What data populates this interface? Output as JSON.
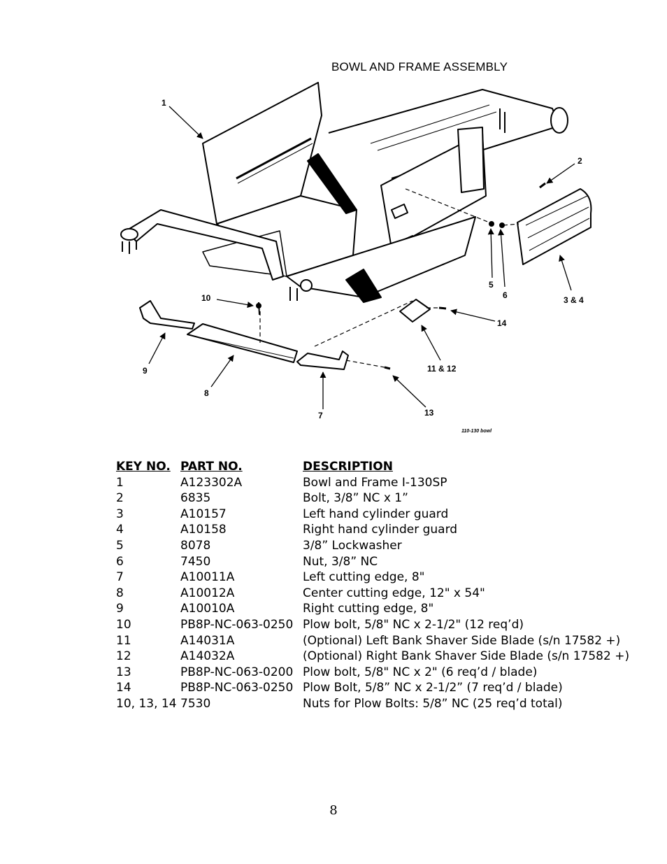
{
  "title": "BOWL AND FRAME ASSEMBLY",
  "diagram": {
    "callouts": [
      "1",
      "2",
      "3 & 4",
      "5",
      "6",
      "7",
      "8",
      "9",
      "10",
      "11 & 12",
      "13",
      "14"
    ],
    "figure_label": "110-130 bowl"
  },
  "table": {
    "headers": {
      "key": "KEY NO.",
      "part": "PART  NO.",
      "desc": "DESCRIPTION"
    },
    "rows": [
      {
        "key": "1",
        "part": "A123302A",
        "desc": "Bowl and Frame I-130SP"
      },
      {
        "key": "2",
        "part": "6835",
        "desc": "Bolt, 3/8” NC  x 1”"
      },
      {
        "key": "3",
        "part": "A10157",
        "desc": "Left hand cylinder guard"
      },
      {
        "key": "4",
        "part": "A10158",
        "desc": "Right hand cylinder guard"
      },
      {
        "key": "5",
        "part": "8078",
        "desc": "3/8” Lockwasher"
      },
      {
        "key": "6",
        "part": "7450",
        "desc": "Nut, 3/8” NC"
      },
      {
        "key": "7",
        "part": "A10011A",
        "desc": "Left cutting edge, 8\""
      },
      {
        "key": "8",
        "part": "A10012A",
        "desc": "Center cutting edge, 12\" x 54\""
      },
      {
        "key": "9",
        "part": "A10010A",
        "desc": "Right cutting edge, 8\""
      },
      {
        "key": "10",
        "part": "PB8P-NC-063-0250",
        "desc": "Plow bolt, 5/8\" NC x 2-1/2\" (12 req’d)"
      },
      {
        "key": "11",
        "part": "A14031A",
        "desc": "(Optional) Left Bank Shaver Side Blade (s/n 17582 +)"
      },
      {
        "key": "12",
        "part": "A14032A",
        "desc": "(Optional) Right Bank Shaver Side Blade (s/n 17582 +)"
      },
      {
        "key": "13",
        "part": "PB8P-NC-063-0200",
        "desc": "Plow bolt, 5/8\" NC x 2\" (6 req’d / blade)"
      },
      {
        "key": "14",
        "part": "PB8P-NC-063-0250",
        "desc": "Plow Bolt, 5/8” NC x 2-1/2” (7 req’d / blade)"
      },
      {
        "key": "10, 13, 14",
        "part": "7530",
        "desc": "Nuts for Plow Bolts: 5/8” NC (25 req’d total)"
      }
    ]
  },
  "page_number": "8"
}
